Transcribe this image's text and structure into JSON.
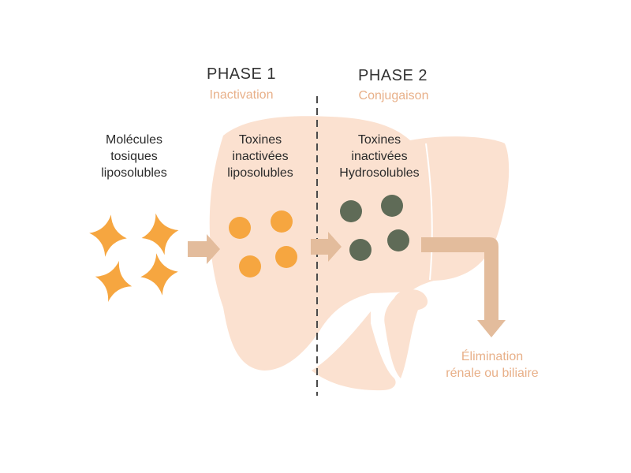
{
  "colors": {
    "liver": "#fbe1d0",
    "arrow": "#e3bc9c",
    "toxin_orange": "#f6a640",
    "toxin_orange_dark": "#f1973a",
    "conjugated_green": "#5f6b57",
    "accent_text": "#e8b089",
    "divider": "#4a4a4a"
  },
  "phase1": {
    "title": "PHASE 1",
    "subtitle": "Inactivation"
  },
  "phase2": {
    "title": "PHASE 2",
    "subtitle": "Conjugaison"
  },
  "labels": {
    "lipo_molecules": [
      "Molécules",
      "tosiques",
      "liposolubles"
    ],
    "inactivated_lipo": [
      "Toxines",
      "inactivées",
      "liposolubles"
    ],
    "inactivated_hydro": [
      "Toxines",
      "inactivées",
      "Hydrosolubles"
    ],
    "elimination": [
      "Élimination",
      "rénale ou biliaire"
    ]
  }
}
